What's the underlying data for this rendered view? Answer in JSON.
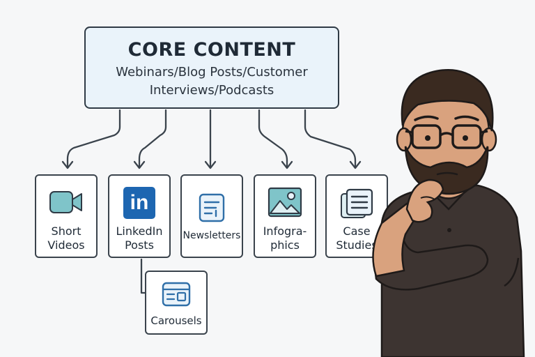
{
  "core": {
    "title": "CORE CONTENT",
    "line1": "Webinars/Blog Posts/Customer",
    "line2": "Interviews/Podcasts"
  },
  "cards": [
    {
      "line1": "Short",
      "line2": "Videos",
      "icon": "video-camera-icon"
    },
    {
      "line1": "LinkedIn",
      "line2": "Posts",
      "icon": "linkedin-icon",
      "icon_text": "in"
    },
    {
      "line1": "Newsletters",
      "icon": "newsletter-icon"
    },
    {
      "line1": "Infogra-",
      "line2": "phics",
      "icon": "image-icon"
    },
    {
      "line1": "Case",
      "line2": "Studies",
      "icon": "document-stack-icon"
    },
    {
      "line1": "Carousels",
      "icon": "carousel-icon"
    }
  ],
  "colors": {
    "core_fill": "#eaf3fa",
    "accent_blue": "#2f6fa8",
    "icon_teal": "#7fc4c9",
    "linkedin_blue": "#1d66b1",
    "stroke": "#3a434c"
  }
}
